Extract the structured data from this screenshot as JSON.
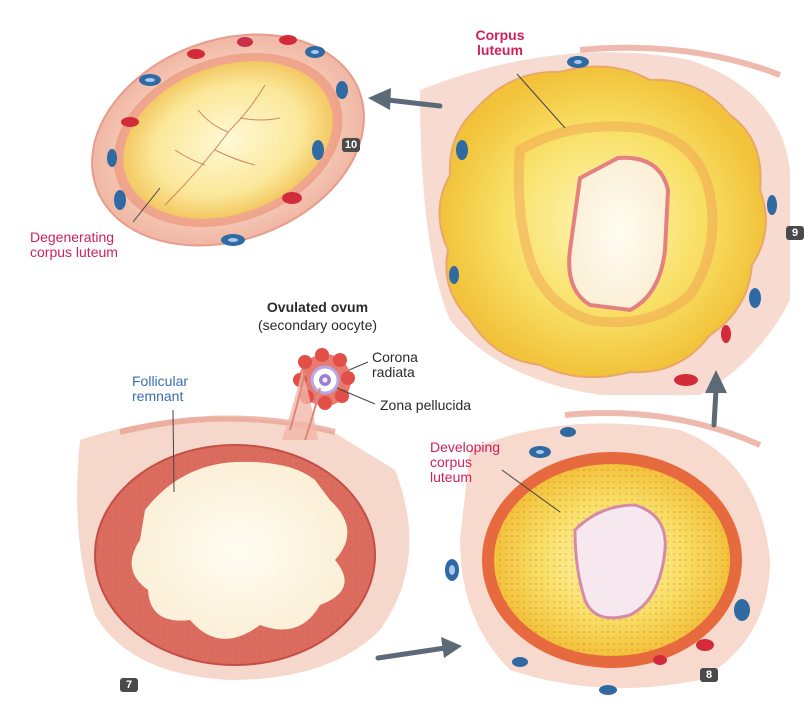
{
  "stages": [
    {
      "number": "7",
      "label": "Follicular\nremnant"
    },
    {
      "number": "8",
      "label": "Developing\ncorpus\nluteum"
    },
    {
      "number": "9",
      "label": "Corpus\nluteum"
    },
    {
      "number": "10",
      "label": "Degenerating\ncorpus luteum"
    }
  ],
  "ovum": {
    "title": "Ovulated ovum",
    "subtitle": "(secondary oocyte)",
    "corona_label": "Corona\nradiata",
    "zona_label": "Zona pellucida"
  },
  "icons": {
    "arrow": "arrow-icon"
  },
  "colors": {
    "label_pink": "#d0215a",
    "label_blue": "#3b6cb0",
    "luteal_yellow": "#f6d94a",
    "tissue_red": "#d9555a",
    "capillary_blue": "#2f6aa3",
    "arrow_gray": "#5c6a78"
  }
}
